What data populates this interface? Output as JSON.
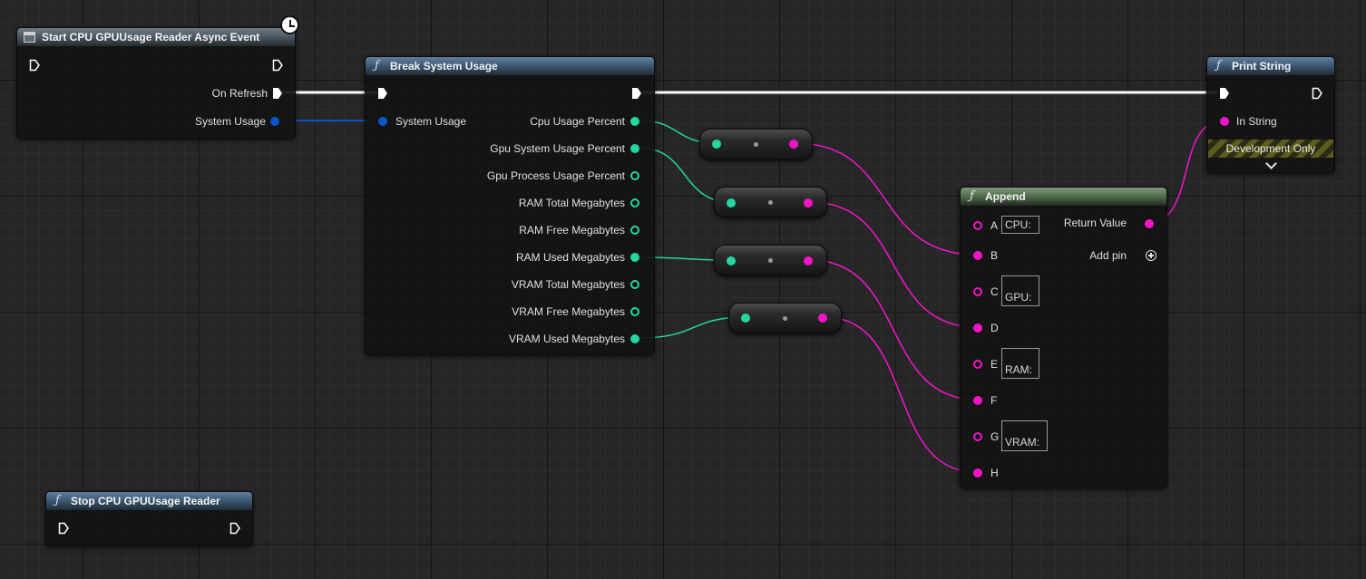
{
  "colors": {
    "string_pin": "#f314c9",
    "float_pin": "#25d69e",
    "struct_pin": "#0b56c8",
    "exec_pin": "#ffffff",
    "function_header": "#3c5670",
    "pure_header": "#506a4c"
  },
  "start_node": {
    "title": "Start CPU GPUUsage Reader Async Event",
    "icon": "event-icon",
    "badge_icon": "clock-icon",
    "outputs": [
      "On Refresh",
      "System Usage"
    ]
  },
  "break_node": {
    "title": "Break System Usage",
    "icon": "function-icon",
    "input": "System Usage",
    "outputs": [
      "Cpu Usage Percent",
      "Gpu System Usage Percent",
      "Gpu Process Usage Percent",
      "RAM Total Megabytes",
      "RAM Free Megabytes",
      "RAM Used Megabytes",
      "VRAM Total Megabytes",
      "VRAM Free Megabytes",
      "VRAM Used Megabytes"
    ]
  },
  "print_node": {
    "title": "Print String",
    "icon": "function-icon",
    "input": "In String",
    "footer": "Development Only"
  },
  "append_node": {
    "title": "Append",
    "icon": "function-icon",
    "pins": [
      "A",
      "B",
      "C",
      "D",
      "E",
      "F",
      "G",
      "H"
    ],
    "defaults": {
      "A": "CPU:",
      "C": "GPU:",
      "E": "RAM:",
      "G": "VRAM:"
    },
    "output": "Return Value",
    "add_pin": "Add pin"
  },
  "stop_node": {
    "title": "Stop CPU GPUUsage Reader",
    "icon": "function-icon"
  }
}
